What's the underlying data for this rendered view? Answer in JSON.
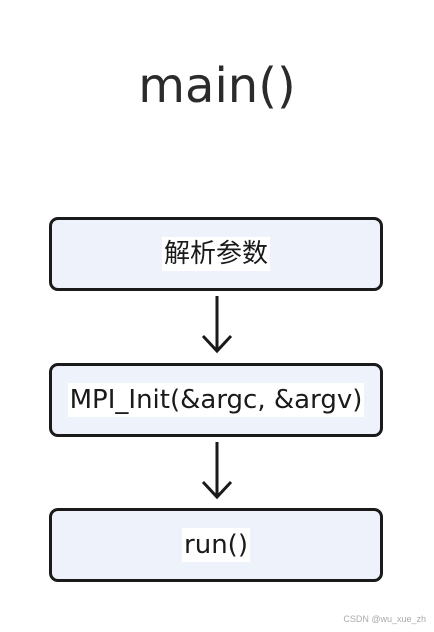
{
  "title": "main()",
  "steps": [
    {
      "label": "解析参数"
    },
    {
      "label": "MPI_Init(&argc, &argv)"
    },
    {
      "label": "run()"
    }
  ],
  "colors": {
    "box_fill": "#eef2fb",
    "box_border": "#1a1a1a",
    "title_text": "#2b2b2b",
    "arrow": "#1a1a1a"
  },
  "watermark": "CSDN @wu_xue_zh"
}
